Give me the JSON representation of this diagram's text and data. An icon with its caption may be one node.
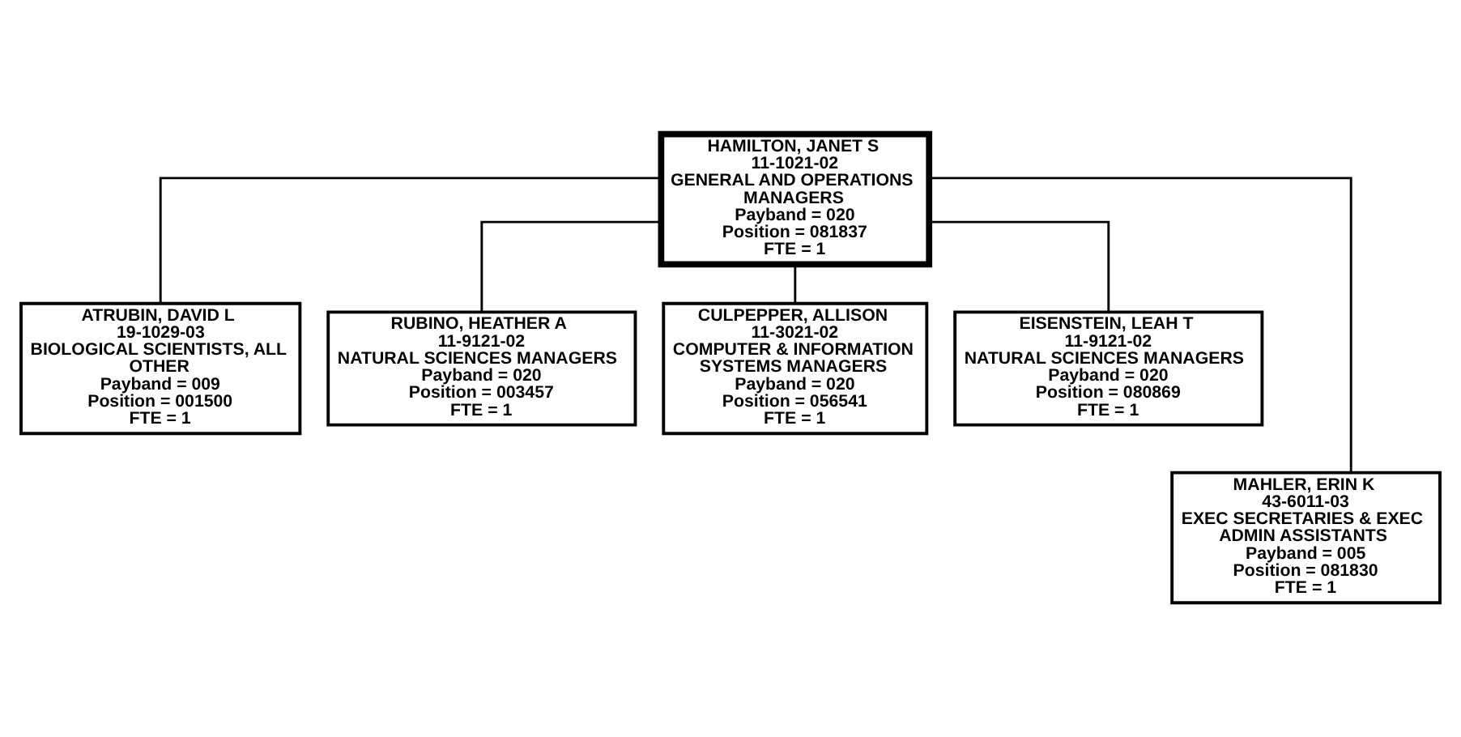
{
  "diagram": {
    "nodes": [
      {
        "text": [
          "HAMILTON, JANET S",
          "11-1021-02",
          "GENERAL AND OPERATIONS MANAGERS",
          "Payband = 020",
          "Position = 081837",
          "FTE = 1"
        ]
      },
      {
        "text": [
          "ATRUBIN, DAVID L",
          "19-1029-03",
          "BIOLOGICAL SCIENTISTS, ALL OTHER",
          "Payband = 009",
          "Position = 001500",
          "FTE = 1"
        ]
      },
      {
        "text": [
          "RUBINO, HEATHER A",
          "11-9121-02",
          "NATURAL SCIENCES MANAGERS",
          "Payband = 020",
          "Position = 003457",
          "FTE = 1"
        ]
      },
      {
        "text": [
          "CULPEPPER, ALLISON",
          "11-3021-02",
          "COMPUTER & INFORMATION SYSTEMS MANAGERS",
          "Payband = 020",
          "Position = 056541",
          "FTE = 1"
        ]
      },
      {
        "text": [
          "EISENSTEIN, LEAH T",
          "11-9121-02",
          "NATURAL SCIENCES MANAGERS",
          "Payband = 020",
          "Position = 080869",
          "FTE = 1"
        ]
      },
      {
        "text": [
          "MAHLER, ERIN K",
          "43-6011-03",
          "EXEC SECRETARIES & EXEC ADMIN ASSISTANTS",
          "Payband = 005",
          "Position = 081830",
          "FTE = 1"
        ]
      }
    ],
    "edges": [
      {
        "from": 0,
        "to": 1,
        "arrow": "none"
      },
      {
        "from": 0,
        "to": 2,
        "arrow": "none"
      },
      {
        "from": 0,
        "to": 3,
        "arrow": "none"
      },
      {
        "from": 0,
        "to": 4,
        "arrow": "none"
      },
      {
        "from": 0,
        "to": 5,
        "arrow": "none"
      }
    ]
  }
}
